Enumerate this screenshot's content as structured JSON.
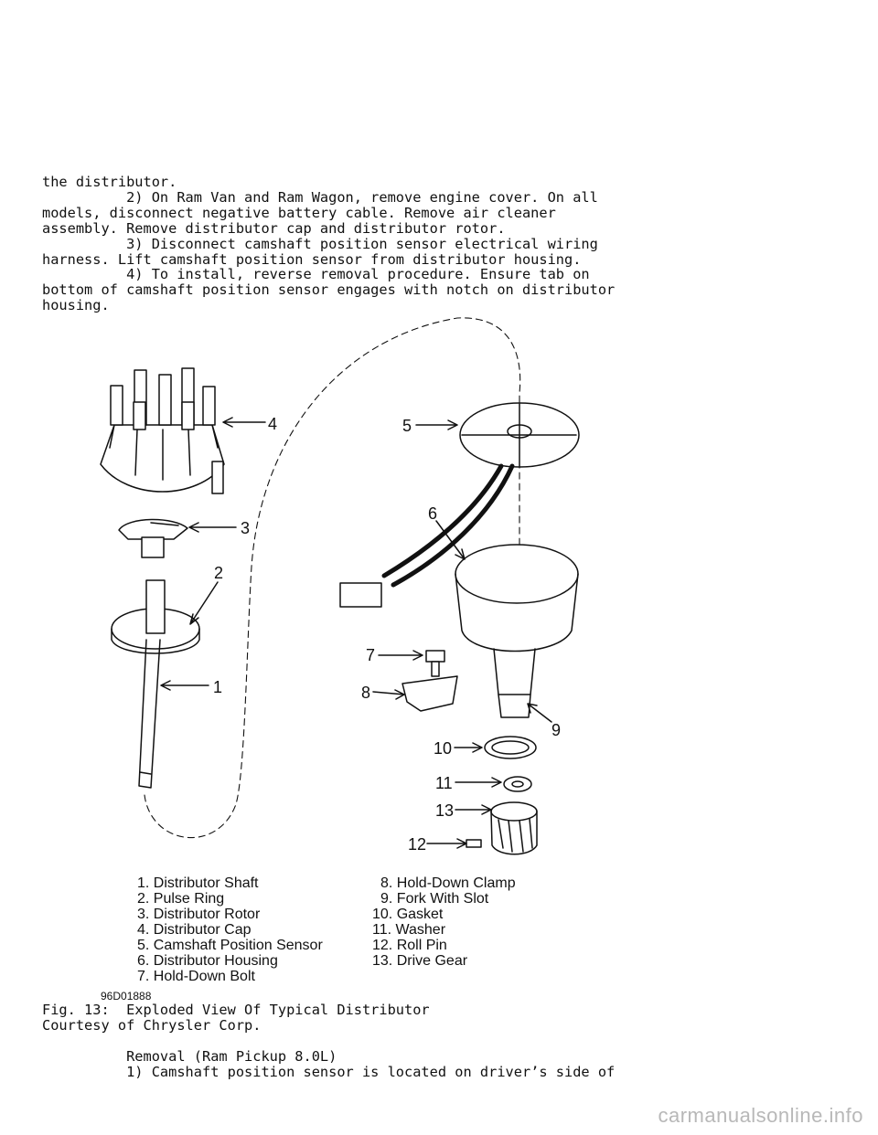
{
  "body_top": [
    "the distributor.",
    "          2) On Ram Van and Ram Wagon, remove engine cover. On all",
    "models, disconnect negative battery cable. Remove air cleaner",
    "assembly. Remove distributor cap and distributor rotor.",
    "          3) Disconnect camshaft position sensor electrical wiring",
    "harness. Lift camshaft position sensor from distributor housing.",
    "          4) To install, reverse removal procedure. Ensure tab on",
    "bottom of camshaft position sensor engages with notch on distributor",
    "housing."
  ],
  "figure": {
    "callouts": [
      "1",
      "2",
      "3",
      "4",
      "5",
      "6",
      "7",
      "8",
      "9",
      "10",
      "11",
      "12",
      "13"
    ],
    "legend_left": [
      "1. Distributor Shaft",
      "2. Pulse Ring",
      "3. Distributor Rotor",
      "4. Distributor Cap",
      "5. Camshaft Position Sensor",
      "6. Distributor Housing",
      "7. Hold-Down Bolt"
    ],
    "legend_right": [
      "8. Hold-Down Clamp",
      "9. Fork With Slot",
      "10. Gasket",
      "11. Washer",
      "12. Roll Pin",
      "13. Drive Gear"
    ],
    "code": "96D01888"
  },
  "body_bottom": [
    "Fig. 13:  Exploded View Of Typical Distributor",
    "Courtesy of Chrysler Corp.",
    "",
    "          Removal (Ram Pickup 8.0L)",
    "          1) Camshaft position sensor is located on driver’s side of"
  ],
  "watermark": "carmanualsonline.info"
}
